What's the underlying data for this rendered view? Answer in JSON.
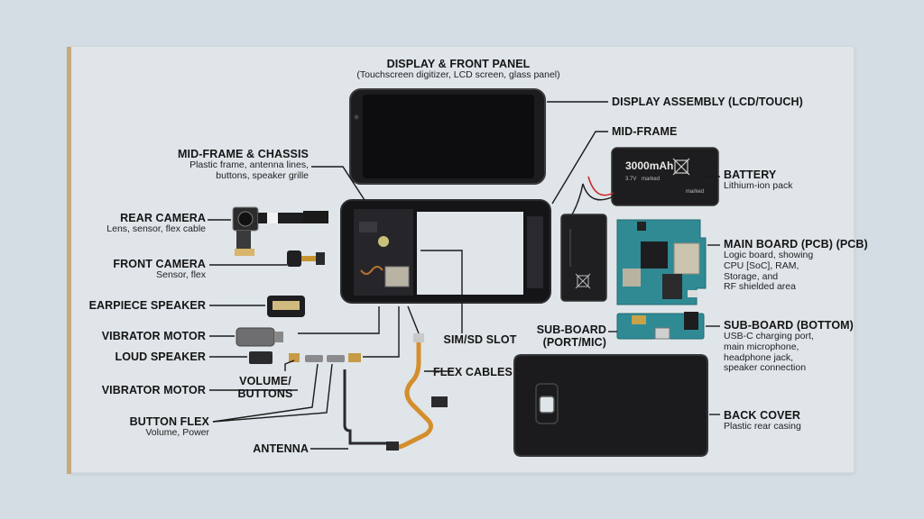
{
  "labels": {
    "display_front": {
      "title": "DISPLAY & FRONT PANEL",
      "sub": "(Touchscreen digitizer, LCD screen, glass panel)"
    },
    "display_assembly": {
      "title": "DISPLAY ASSEMBLY (LCD/TOUCH)"
    },
    "mid_frame": {
      "title": "MID-FRAME"
    },
    "mid_frame_chassis": {
      "title": "MID-FRAME & CHASSIS",
      "sub1": "Plastic frame, antenna lines,",
      "sub2": "buttons, speaker grille"
    },
    "rear_camera": {
      "title": "REAR CAMERA",
      "sub": "Lens, sensor, flex cable"
    },
    "front_camera": {
      "title": "FRONT CAMERA",
      "sub": "Sensor, flex"
    },
    "earpiece": {
      "title": "EARPIECE SPEAKER"
    },
    "vibrator_1": {
      "title": "VIBRATOR MOTOR"
    },
    "loud_speaker": {
      "title": "LOUD SPEAKER"
    },
    "vibrator_2": {
      "title": "VIBRATOR MOTOR"
    },
    "volume_buttons": {
      "title1": "VOLUME/",
      "title2": "BUTTONS"
    },
    "button_flex": {
      "title": "BUTTON FLEX",
      "sub": "Volume, Power"
    },
    "antenna": {
      "title": "ANTENNA"
    },
    "sim_sd": {
      "title": "SIM/SD SLOT"
    },
    "flex_cables": {
      "title": "FLEX CABLES"
    },
    "battery": {
      "title": "BATTERY",
      "sub": "Lithium-ion pack"
    },
    "main_board": {
      "title": "MAIN BOARD (PCB) (PCB)",
      "sub1": "Logic board, showing",
      "sub2": "CPU [SoC], RAM,",
      "sub3": "Storage, and",
      "sub4": "RF shielded area"
    },
    "sub_board_port": {
      "title1": "SUB-BOARD",
      "title2": "(PORT/MIC)"
    },
    "sub_board_bottom": {
      "title": "SUB-BOARD (BOTTOM)",
      "sub1": "USB-C charging port,",
      "sub2": "main microphone,",
      "sub3": "headphone jack,",
      "sub4": "speaker connection"
    },
    "back_cover": {
      "title": "BACK COVER",
      "sub": "Plastic rear casing"
    }
  },
  "battery_print": {
    "capacity": "3000mAh",
    "voltage": "3.7V",
    "brand": "marked"
  }
}
